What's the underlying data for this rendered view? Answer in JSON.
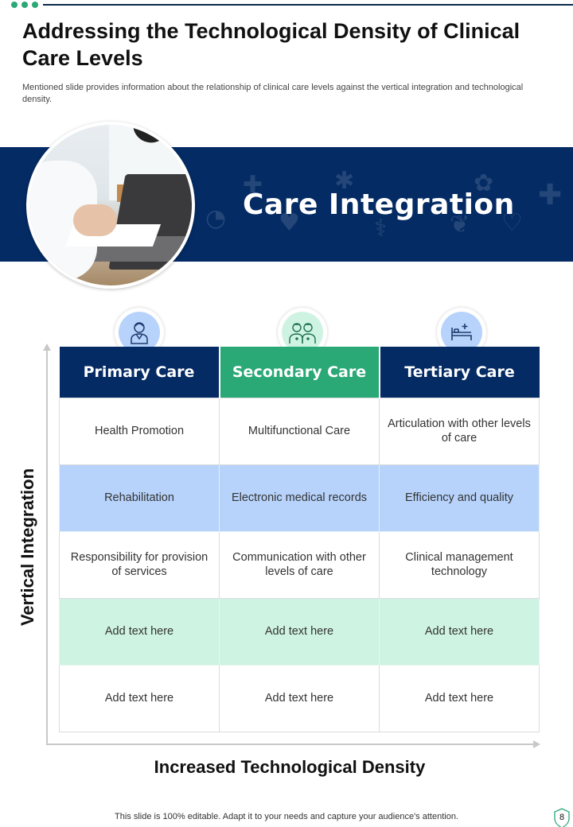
{
  "header": {
    "title": "Addressing the Technological Density of Clinical Care Levels",
    "subtitle": "Mentioned slide provides information about the relationship of clinical care levels against the vertical integration and technological density."
  },
  "banner": {
    "title": "Care Integration",
    "background_color": "#042b64"
  },
  "columns": [
    {
      "label": "Primary Care",
      "color": "#042b64",
      "icon": "doctor-icon"
    },
    {
      "label": "Secondary Care",
      "color": "#2aa876",
      "icon": "medical-team-icon"
    },
    {
      "label": "Tertiary Care",
      "color": "#042b64",
      "icon": "hospital-bed-icon"
    }
  ],
  "rows": [
    [
      "Health Promotion",
      "Multifunctional  Care",
      "Articulation  with other levels of care"
    ],
    [
      "Rehabilitation",
      "Electronic medical records",
      "Efficiency and quality"
    ],
    [
      "Responsibility for provision of services",
      "Communication with other levels of care",
      "Clinical management technology"
    ],
    [
      "Add text here",
      "Add text here",
      "Add text here"
    ],
    [
      "Add text here",
      "Add text here",
      "Add text here"
    ]
  ],
  "axes": {
    "y_label": "Vertical Integration",
    "x_label": "Increased Technological  Density"
  },
  "footer": {
    "text": "This slide is 100% editable. Adapt it to your needs and capture your audience's attention.",
    "page_number": "8"
  },
  "colors": {
    "navy": "#042b64",
    "green": "#2aa876",
    "light_blue_row": "#b7d3fb",
    "light_green_row": "#cff3e2"
  }
}
